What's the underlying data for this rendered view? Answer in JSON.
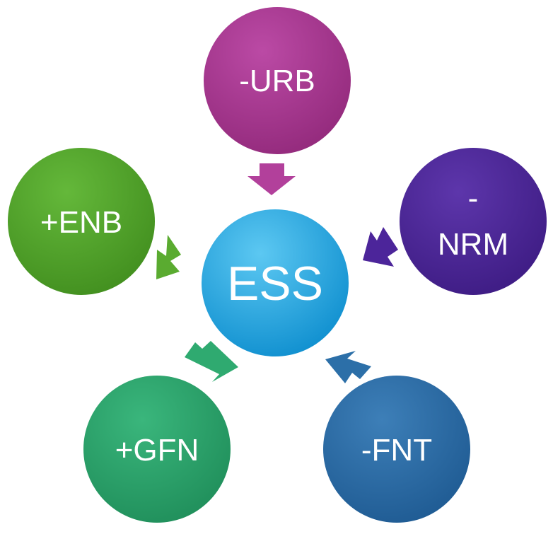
{
  "diagram": {
    "center": {
      "label": "ESS",
      "color": "#17a6dc"
    },
    "nodes": [
      {
        "id": "urb",
        "lines": [
          "-URB"
        ],
        "color": "#a7378e"
      },
      {
        "id": "nrm",
        "lines": [
          "-",
          "NRM"
        ],
        "color": "#4b2596"
      },
      {
        "id": "fnt",
        "lines": [
          "-FNT"
        ],
        "color": "#2a6aa3"
      },
      {
        "id": "gfn",
        "lines": [
          "+GFN"
        ],
        "color": "#2aa36a"
      },
      {
        "id": "enb",
        "lines": [
          "+ENB"
        ],
        "color": "#52a32a"
      }
    ]
  }
}
